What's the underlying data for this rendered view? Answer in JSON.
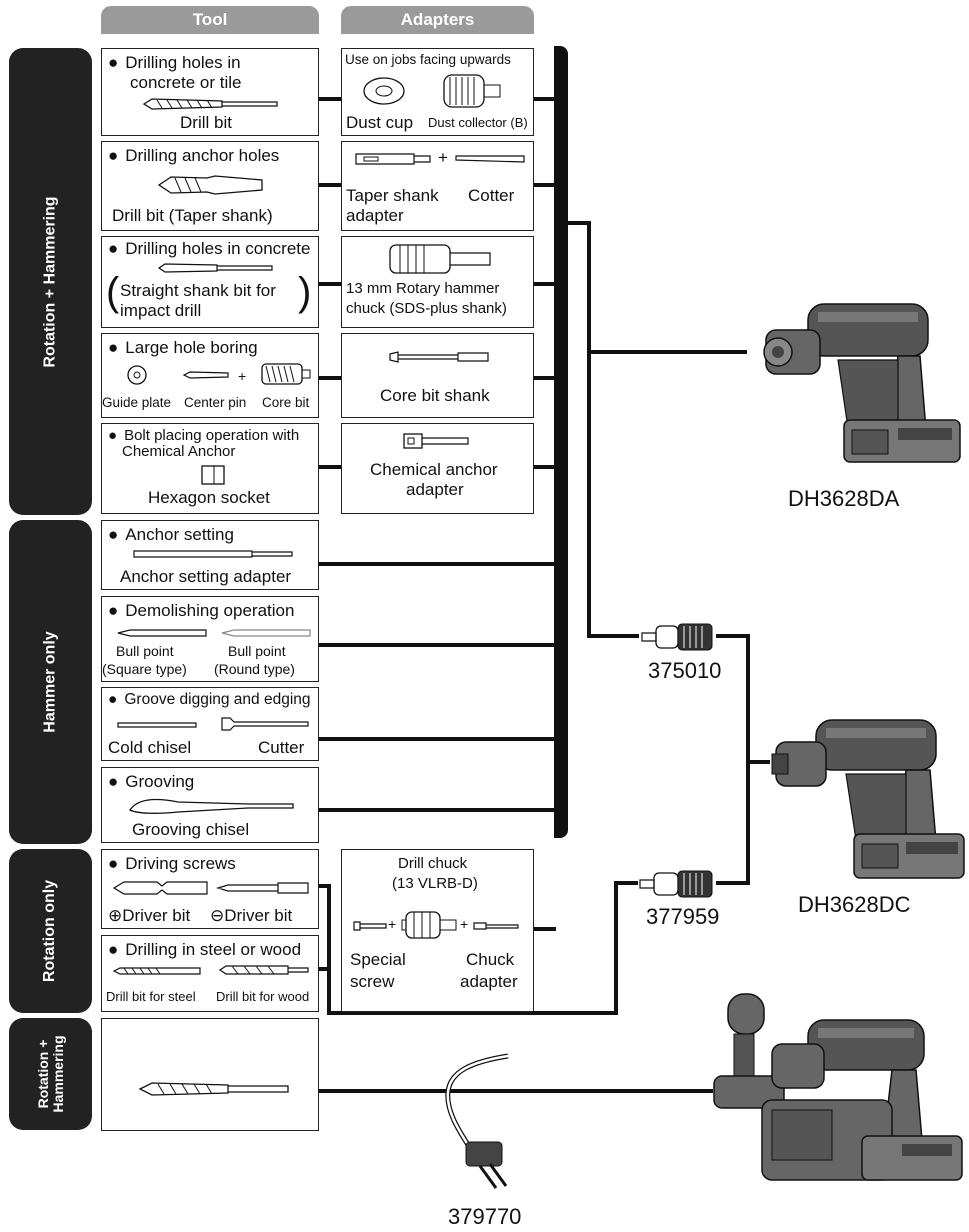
{
  "headers": {
    "tool": "Tool",
    "adapters": "Adapters"
  },
  "sections": {
    "rotation_hammering": "Rotation + Hammering",
    "hammer_only": "Hammer only",
    "rotation_only": "Rotation only",
    "rotation_hammering_small": "Rotation + Hammering"
  },
  "tools": [
    {
      "title_line1": "Drilling holes in",
      "title_line2": "concrete or tile",
      "caption": "Drill bit"
    },
    {
      "title": "Drilling anchor holes",
      "caption": "Drill bit (Taper shank)"
    },
    {
      "title": "Drilling holes in concrete",
      "paren_open": "(",
      "caption_line1": "Straight shank bit for",
      "caption_line2": "impact drill",
      "paren_close": ")"
    },
    {
      "title": "Large hole boring",
      "captions": [
        "Guide plate",
        "Center pin",
        "Core bit"
      ]
    },
    {
      "title_line1": "Bolt placing operation with",
      "title_line2": "Chemical Anchor",
      "caption": "Hexagon socket"
    },
    {
      "title": "Anchor setting",
      "caption": "Anchor setting adapter"
    },
    {
      "title": "Demolishing operation",
      "captions": [
        "Bull point",
        "Bull point",
        "(Square type)",
        "(Round type)"
      ]
    },
    {
      "title": "Groove digging and edging",
      "captions": [
        "Cold chisel",
        "Cutter"
      ]
    },
    {
      "title": "Grooving",
      "caption": "Grooving chisel"
    },
    {
      "title": "Driving screws",
      "captions": [
        "⊕Driver bit",
        "⊖Driver bit"
      ]
    },
    {
      "title": "Drilling in steel or wood",
      "captions": [
        "Drill bit for steel",
        "Drill bit for wood"
      ]
    }
  ],
  "adapters": [
    {
      "note": "Use on jobs facing upwards",
      "captions": [
        "Dust cup",
        "Dust collector (B)"
      ]
    },
    {
      "plus": "+",
      "captions": [
        "Taper shank",
        "Cotter",
        "adapter"
      ]
    },
    {
      "caption_line1": "13 mm Rotary hammer",
      "caption_line2": "chuck (SDS-plus shank)"
    },
    {
      "caption": "Core bit shank"
    },
    {
      "caption_line1": "Chemical anchor",
      "caption_line2": "adapter"
    },
    {
      "title_line1": "Drill chuck",
      "title_line2": "(13 VLRB-D)",
      "plus": "+",
      "captions": [
        "Special",
        "screw",
        "Chuck",
        "adapter"
      ]
    }
  ],
  "parts": {
    "chuck1": "375010",
    "chuck2": "377959",
    "handle": "379770"
  },
  "models": {
    "top": "DH3628DA",
    "middle": "DH3628DC"
  }
}
